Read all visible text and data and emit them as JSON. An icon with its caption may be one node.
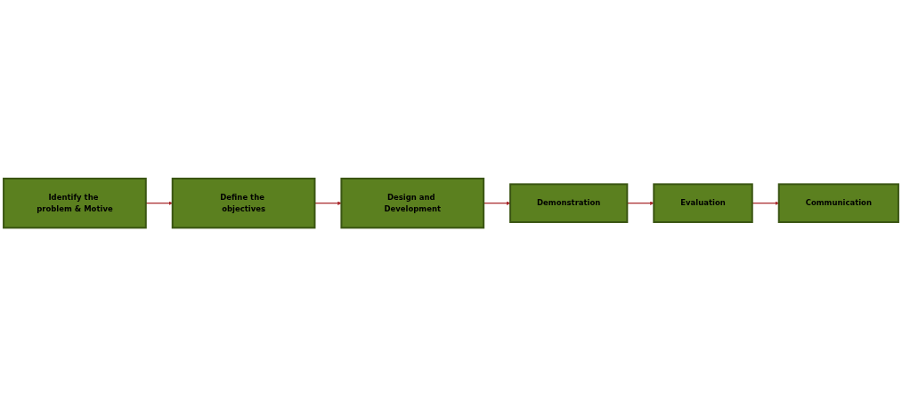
{
  "diagram": {
    "nodes": [
      {
        "text": [
          "Identify the problem & Motive"
        ]
      },
      {
        "text": [
          "Define the objectives"
        ]
      },
      {
        "text": [
          "Design and Development"
        ]
      },
      {
        "text": [
          "Demonstration"
        ]
      },
      {
        "text": [
          "Evaluation"
        ]
      },
      {
        "text": [
          "Communication"
        ]
      }
    ],
    "edges": [
      {
        "from": 0,
        "to": 1,
        "arrow": "to"
      },
      {
        "from": 1,
        "to": 2,
        "arrow": "to"
      },
      {
        "from": 2,
        "to": 3,
        "arrow": "to"
      },
      {
        "from": 3,
        "to": 4,
        "arrow": "to"
      },
      {
        "from": 4,
        "to": 5,
        "arrow": "to"
      }
    ]
  }
}
